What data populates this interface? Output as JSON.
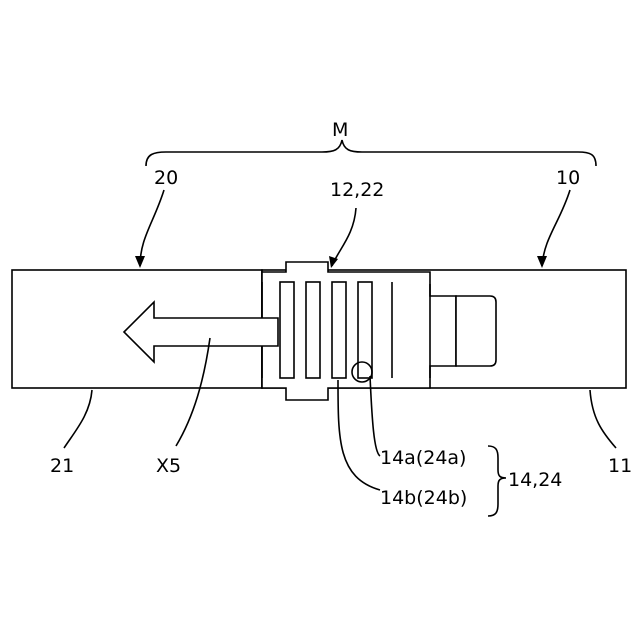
{
  "labels": {
    "assembly": "M",
    "left_unit": "20",
    "connector": "12,22",
    "right_unit": "10",
    "left_body": "21",
    "direction": "X5",
    "ring_a": "14a(24a)",
    "ring_b": "14b(24b)",
    "ring_group": "14,24",
    "right_body": "11"
  },
  "colors": {
    "line": "#000000",
    "background": "#ffffff"
  },
  "icons": {
    "direction": "left-arrow-icon"
  }
}
